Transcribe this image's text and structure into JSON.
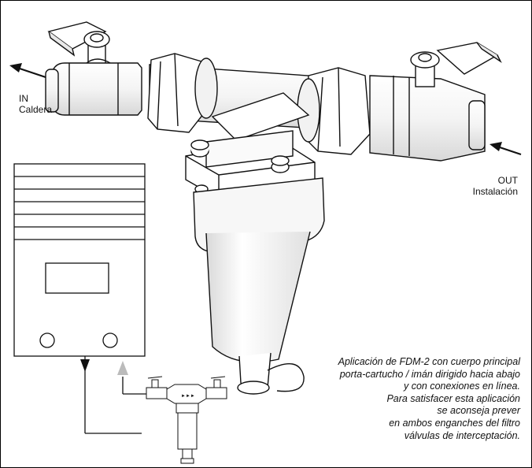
{
  "labels": {
    "in_line1": "IN",
    "in_line2": "Caldera",
    "out_line1": "OUT",
    "out_line2": "Instalación"
  },
  "caption": [
    "Aplicación de FDM-2 con cuerpo principal",
    "porta-cartucho / imán dirigido hacia abajo",
    "y con conexiones en línea.",
    "Para satisfacer esta aplicación",
    "se aconseja prever",
    "en ambos enganches del filtro",
    "válvulas de interceptación."
  ],
  "colors": {
    "line": "#111111",
    "fill": "#ffffff",
    "shade": "#e6e6e6",
    "return_arrow": "#bbbbbb"
  },
  "icons": {
    "boiler": "boiler-unit-icon",
    "filter": "magnetic-filter-icon",
    "valve": "ball-valve-icon",
    "flow_arrow": "flow-arrow-icon"
  }
}
